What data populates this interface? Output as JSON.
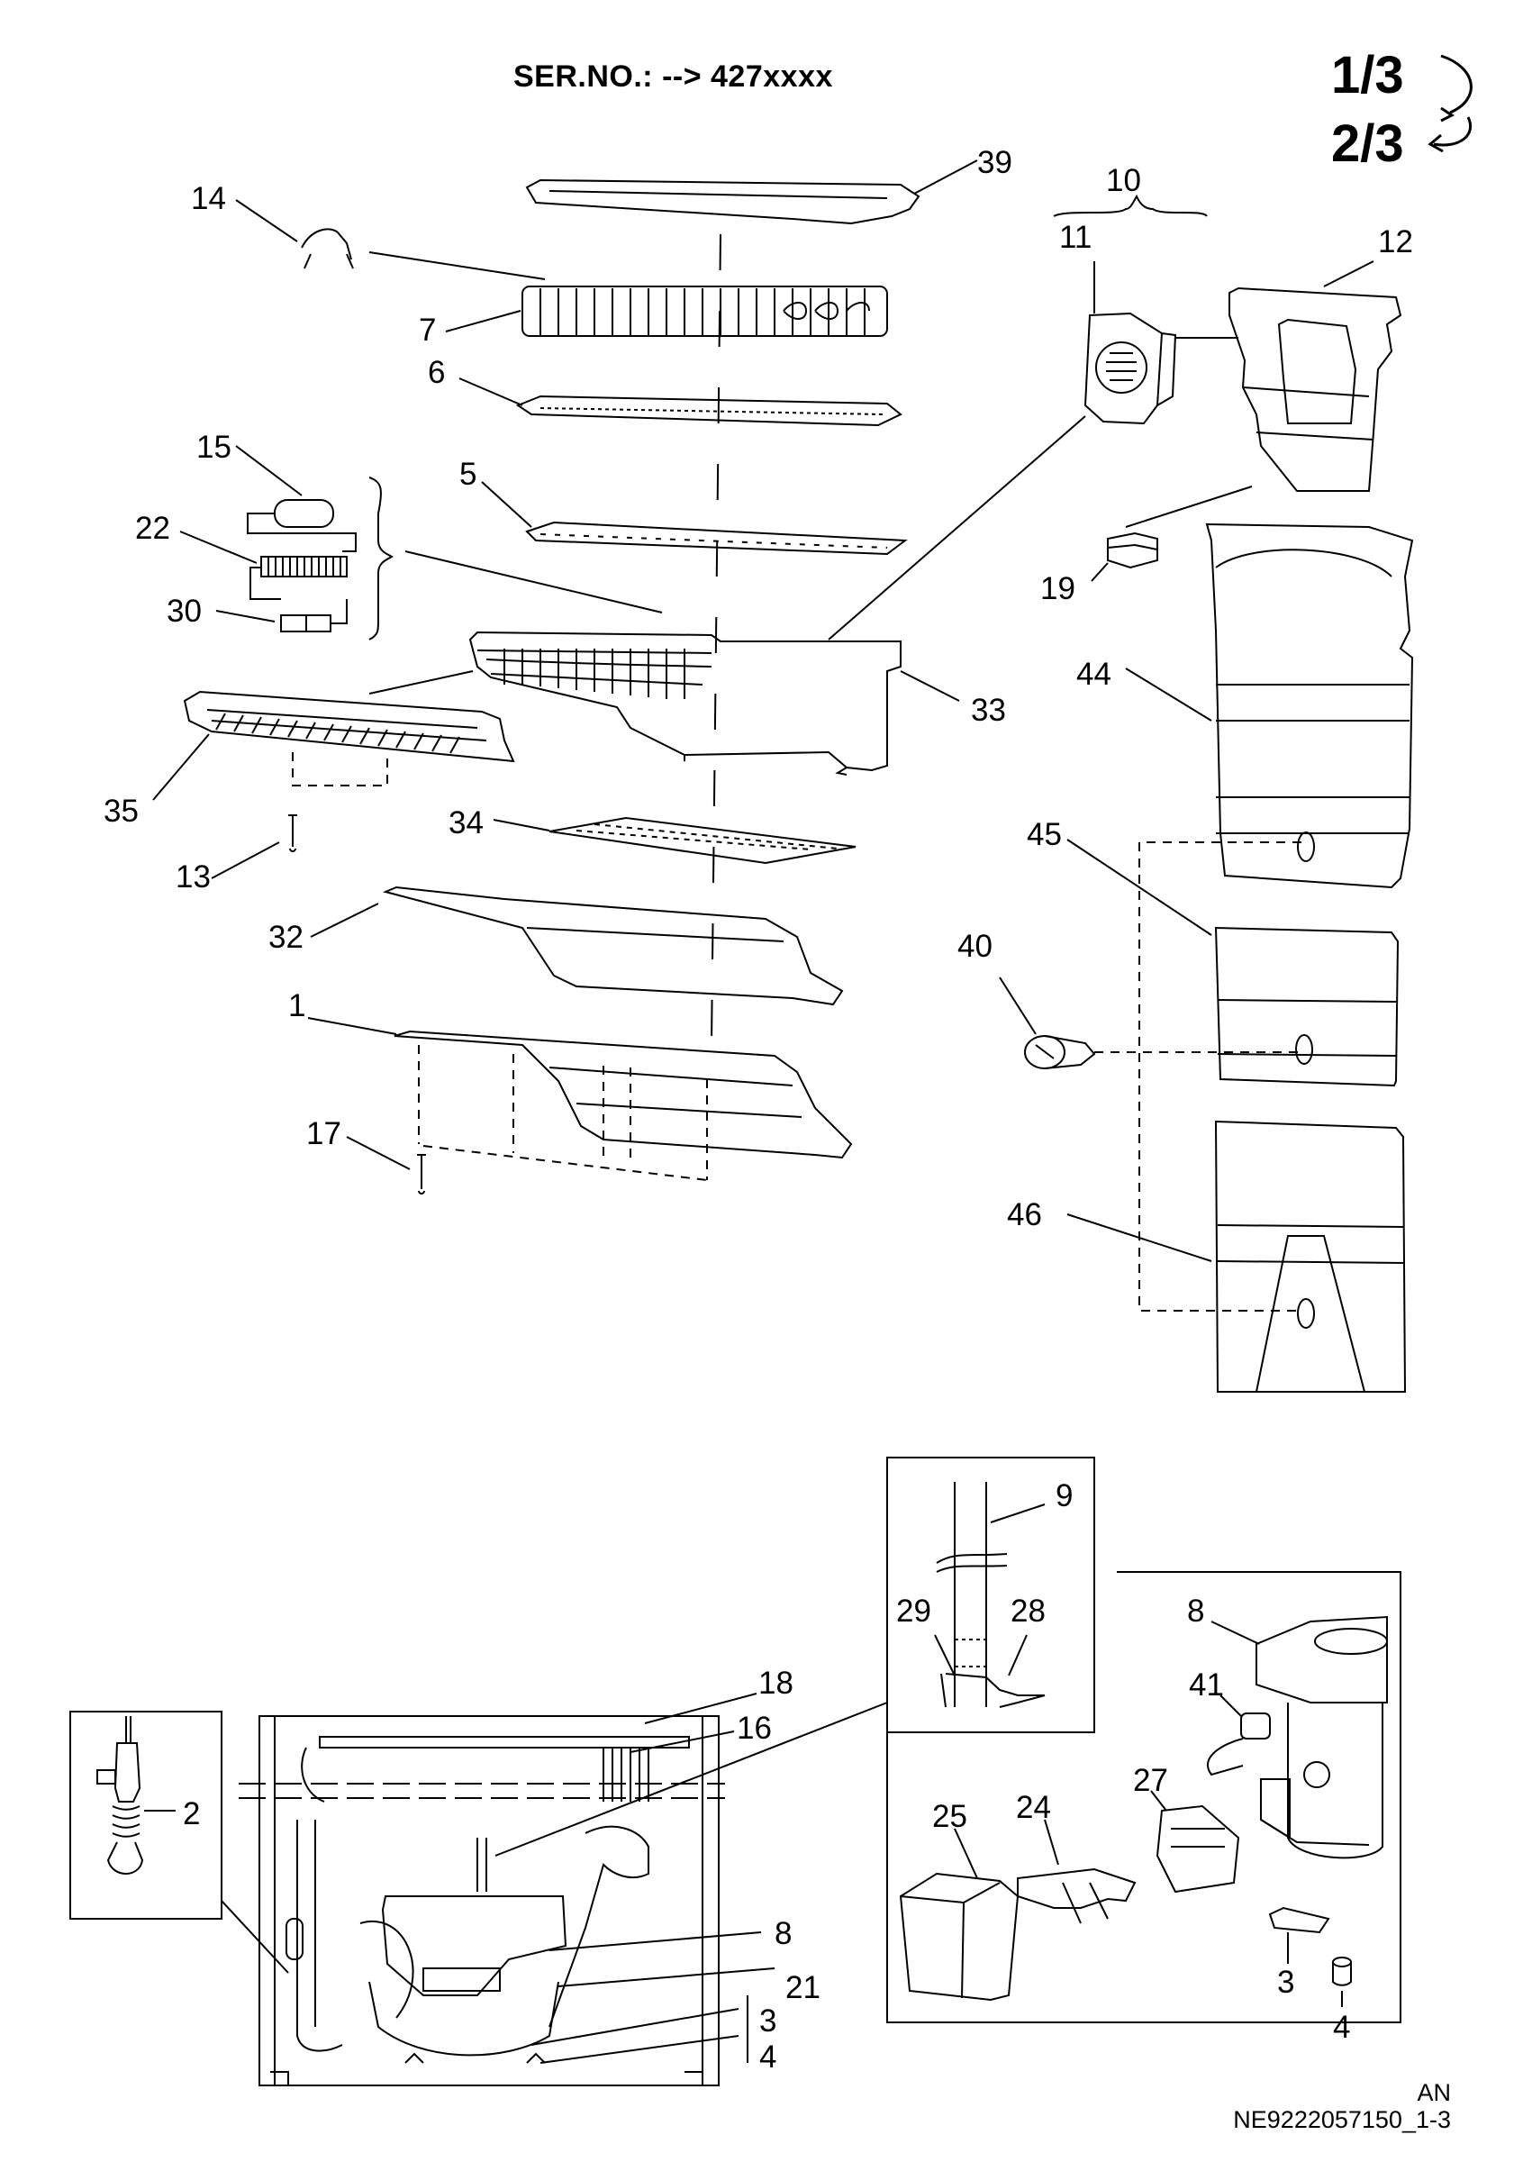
{
  "header": {
    "serial_label": "SER.NO.: --> 427xxxx",
    "page_current": "1/3",
    "page_next": "2/3"
  },
  "footer": {
    "line1": "AN",
    "line2": "NE9222057150_1-3"
  },
  "part_numbers": {
    "p39": "39",
    "p10": "10",
    "p11": "11",
    "p12": "12",
    "p14": "14",
    "p7": "7",
    "p6": "6",
    "p15": "15",
    "p5": "5",
    "p22": "22",
    "p30": "30",
    "p19": "19",
    "p44": "44",
    "p33": "33",
    "p35": "35",
    "p34": "34",
    "p13": "13",
    "p45": "45",
    "p32": "32",
    "p40": "40",
    "p1": "1",
    "p17": "17",
    "p46": "46",
    "p9": "9",
    "p29": "29",
    "p28": "28",
    "p8a": "8",
    "p41": "41",
    "p27": "27",
    "p24": "24",
    "p25": "25",
    "p3a": "3",
    "p4a": "4",
    "p18": "18",
    "p16": "16",
    "p2": "2",
    "p8b": "8",
    "p21": "21",
    "p3b": "3",
    "p4b": "4"
  }
}
